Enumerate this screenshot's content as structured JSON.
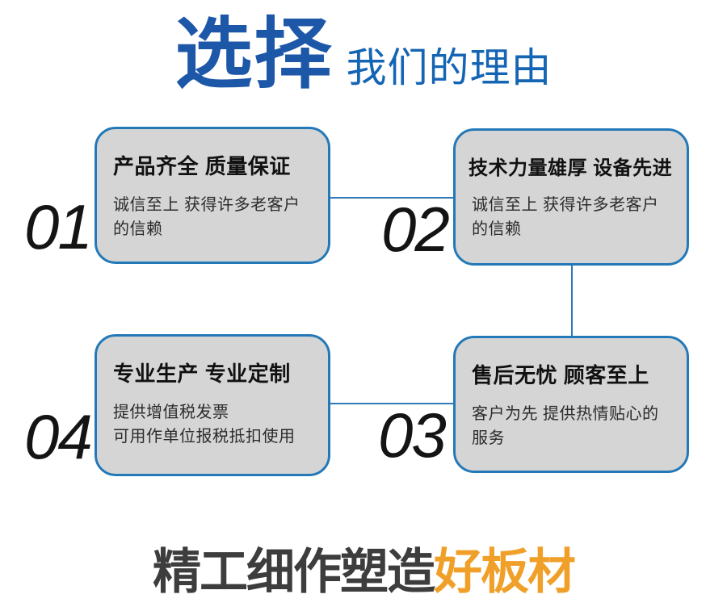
{
  "header": {
    "title_highlight": "选择",
    "title_suffix": "我们的理由"
  },
  "cards": [
    {
      "number": "01",
      "title": "产品齐全 质量保证",
      "desc": "诚信至上 获得许多老客户\n的信赖"
    },
    {
      "number": "02",
      "title": "技术力量雄厚 设备先进",
      "desc": "诚信至上 获得许多老客户\n的信赖"
    },
    {
      "number": "03",
      "title": "售后无忧 顾客至上",
      "desc": "客户为先 提供热情贴心的\n服务"
    },
    {
      "number": "04",
      "title": "专业生产 专业定制",
      "desc": "提供增值税发票\n可用作单位报税抵扣使用"
    }
  ],
  "footer": {
    "text_dark": "精工细作塑造",
    "text_accent": "好板材"
  },
  "colors": {
    "title_blue_dark": "#1d57a8",
    "title_blue": "#1565b5",
    "card_border_blue": "#2379b8",
    "connector_blue": "#2e7ab8",
    "card_background": "#d5d5d5",
    "number_black": "#141414",
    "footer_dark": "#3d3d3d",
    "footer_orange": "#f0a028"
  }
}
